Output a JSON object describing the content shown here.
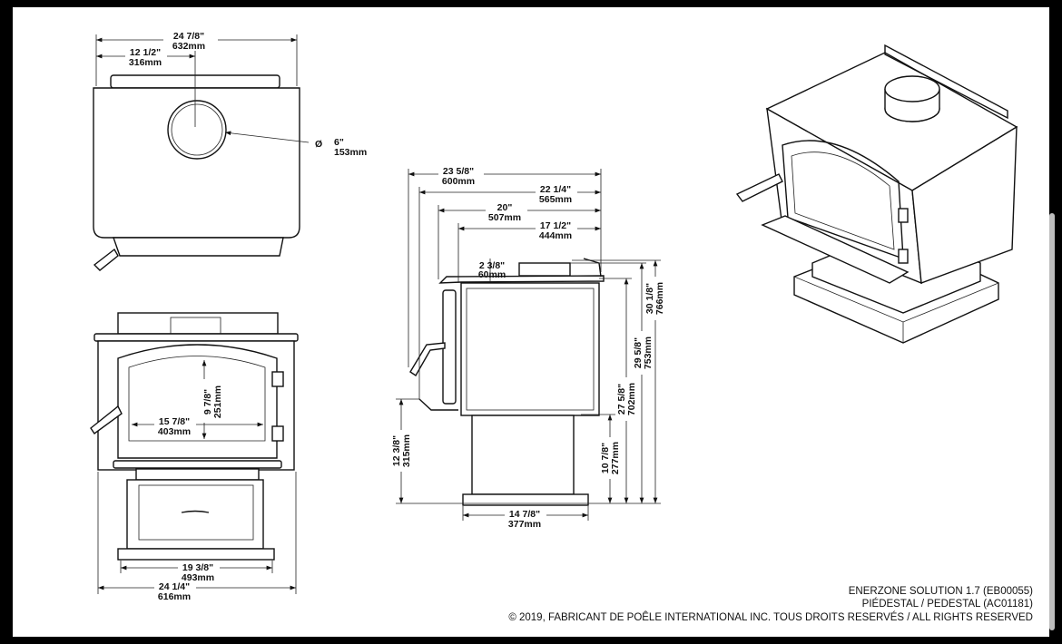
{
  "footer": {
    "model": "ENERZONE SOLUTION 1.7 (EB00055)",
    "pedestal": "PIÉDESTAL / PEDESTAL (AC01181)",
    "copyright": "© 2019, FABRICANT DE POÊLE INTERNATIONAL INC. TOUS DROITS RESERVÉS / ALL RIGHTS RESERVED"
  },
  "top_view": {
    "overall_width": {
      "in": "24 7/8\"",
      "mm": "632mm"
    },
    "flue_center": {
      "in": "12 1/2\"",
      "mm": "316mm"
    },
    "flue_diameter": {
      "symbol": "Ø",
      "in": "6\"",
      "mm": "153mm"
    }
  },
  "front_view": {
    "glass_width": {
      "in": "15 7/8\"",
      "mm": "403mm"
    },
    "glass_height": {
      "in": "9 7/8\"",
      "mm": "251mm"
    },
    "base_width": {
      "in": "19 3/8\"",
      "mm": "493mm"
    },
    "overall_width": {
      "in": "24 1/4\"",
      "mm": "616mm"
    }
  },
  "side_view": {
    "overall_depth": {
      "in": "23 5/8\"",
      "mm": "600mm"
    },
    "depth_2": {
      "in": "22 1/4\"",
      "mm": "565mm"
    },
    "depth_3": {
      "in": "20\"",
      "mm": "507mm"
    },
    "depth_4": {
      "in": "17 1/2\"",
      "mm": "444mm"
    },
    "flue_offset": {
      "in": "2 3/8\"",
      "mm": "60mm"
    },
    "overall_height": {
      "in": "30 1/8\"",
      "mm": "766mm"
    },
    "flue_height": {
      "in": "29 5/8\"",
      "mm": "753mm"
    },
    "top_height": {
      "in": "27 5/8\"",
      "mm": "702mm"
    },
    "pedestal_height": {
      "in": "10 7/8\"",
      "mm": "277mm"
    },
    "door_sill_height": {
      "in": "12 3/8\"",
      "mm": "315mm"
    },
    "base_depth": {
      "in": "14 7/8\"",
      "mm": "377mm"
    }
  }
}
